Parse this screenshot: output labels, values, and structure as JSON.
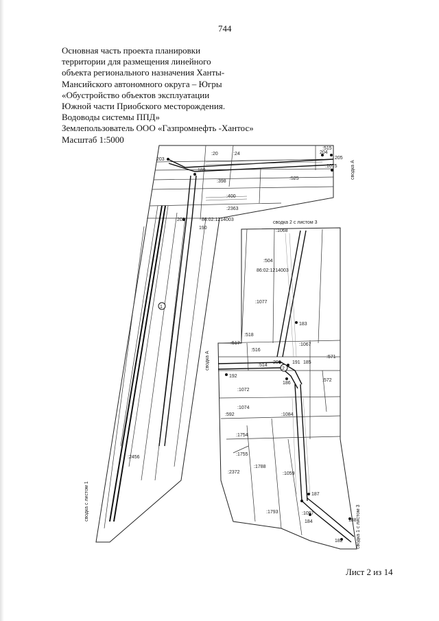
{
  "page_number": "744",
  "title_lines": [
    "Основная часть проекта планировки",
    "территории для размещения линейного",
    "объекта регионального назначения Ханты-",
    "Мансийского автономного округа – Югры",
    "«Обустройство объектов эксплуатации",
    "Южной части Приобского месторождения.",
    "Водоводы системы ППД»"
  ],
  "land_user": "Землепользователь ООО «Газпромнефть -Хантос»",
  "scale": "Масштаб 1:5000",
  "sheet": "Лист 2 из 14",
  "map": {
    "cadastral_block": "86:02:1214003",
    "match_lines": {
      "a_top": "сводка А",
      "a_mid": "сводка А",
      "to_sheet_3": "сводка 2 с листом 3",
      "to_sheet_1": "сводка с листом 1",
      "sheet_1_3": "сводка 1 с листом 3"
    },
    "points": [
      "203",
      "204",
      "205",
      "189",
      "202",
      "190",
      "182",
      "183",
      "184",
      "185",
      "186",
      "187",
      "188",
      "191",
      "192",
      "206"
    ],
    "parcels": [
      ":20",
      ":24",
      ":515",
      ":1075",
      ":525",
      ":398",
      ":400",
      ":2363",
      ":1077",
      ":504",
      ":1068",
      ":518",
      ":517",
      ":516",
      ":514",
      ":1067",
      ":571",
      ":572",
      ":1084",
      ":1072",
      ":1074",
      ":1754",
      ":1755",
      ":1788",
      ":1059",
      ":1793",
      ":1097",
      ":2372",
      ":2456",
      ":592"
    ],
    "circle_markers": [
      "1",
      "2"
    ]
  }
}
